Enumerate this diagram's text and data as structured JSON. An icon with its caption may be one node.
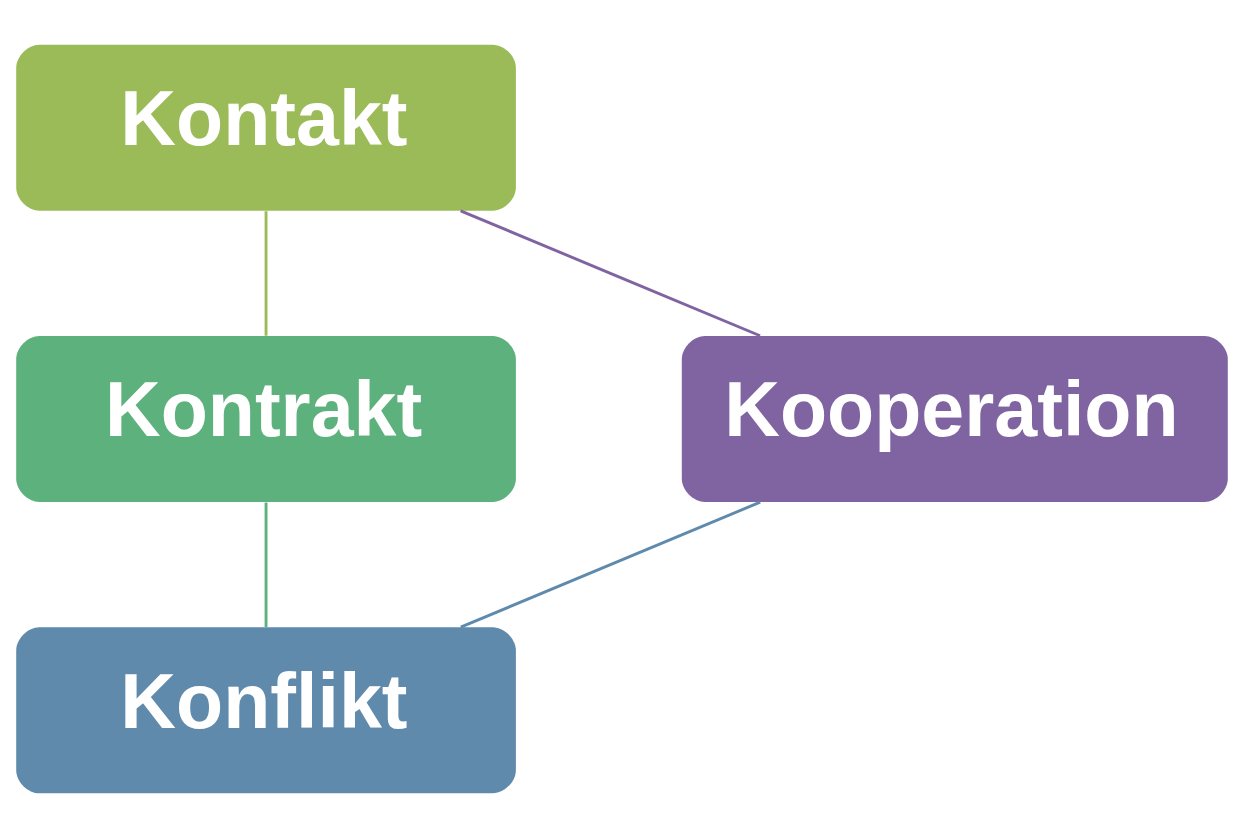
{
  "diagram": {
    "nodes": [
      {
        "text": [
          "Kontakt"
        ]
      },
      {
        "text": [
          "Kooperation"
        ]
      },
      {
        "text": [
          "Kontrakt"
        ]
      },
      {
        "text": [
          "Konflikt"
        ]
      }
    ],
    "edges": [
      {
        "from": 0,
        "to": 2,
        "arrow": "none",
        "color": "#9bbb59"
      },
      {
        "from": 2,
        "to": 3,
        "arrow": "none",
        "color": "#5db17c"
      },
      {
        "from": 3,
        "to": 1,
        "arrow": "none",
        "color": "#5f8aab"
      },
      {
        "from": 1,
        "to": 0,
        "arrow": "none",
        "color": "#8064a2"
      }
    ]
  }
}
